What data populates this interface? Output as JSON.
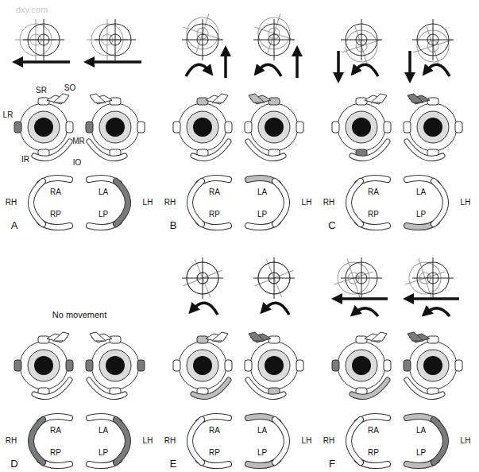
{
  "diagram": {
    "labels": [
      "dxy.com",
      "SR",
      "SO",
      "LR",
      "MR",
      "IR",
      "IO",
      "RH",
      "RA",
      "RP",
      "LA",
      "LH",
      "LP",
      "A",
      "RH",
      "RA",
      "RP",
      "LA",
      "LH",
      "LP",
      "B",
      "RH",
      "RA",
      "RP",
      "LA",
      "LH",
      "LP",
      "C",
      "No movement",
      "RH",
      "RA",
      "RP",
      "LA",
      "LH",
      "LP",
      "D",
      "RH",
      "RA",
      "RP",
      "LA",
      "LH",
      "LP",
      "E",
      "RH",
      "RA",
      "RP",
      "LA",
      "LH",
      "LP",
      "F"
    ]
  }
}
